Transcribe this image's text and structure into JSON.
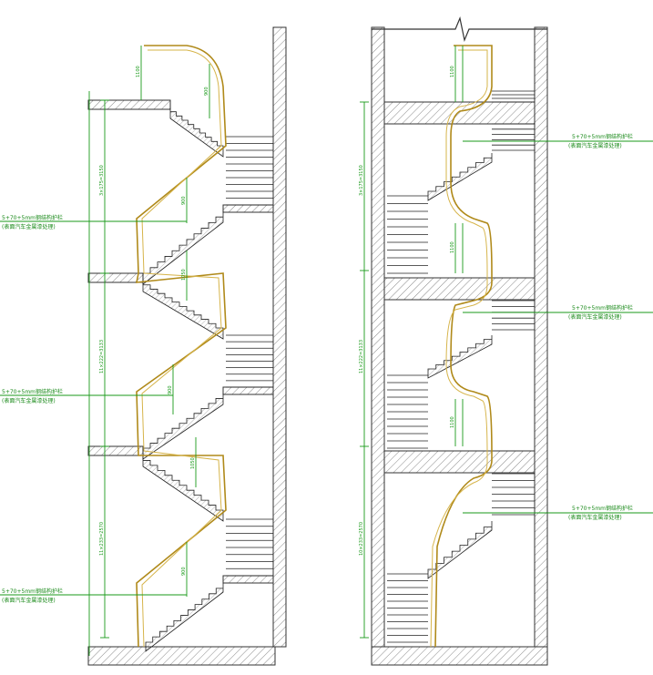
{
  "annotations": {
    "rail_spec": "5+70+5mm钢结构护栏",
    "rail_finish": "(表面汽车金属漆处理)"
  },
  "dims": {
    "left_1": "3×175=3150",
    "left_2": "11×222=3133",
    "left_3": "11×233=2570",
    "right_1": "3×175=3150",
    "right_2": "11×222=3133",
    "right_3": "10×233=2570",
    "rail_h": "1100",
    "rail_h2": "900",
    "rail_h3": "1050"
  },
  "colors": {
    "rail": "#b08a1a",
    "dimension": "#1a9a1a",
    "structure": "#333333"
  }
}
